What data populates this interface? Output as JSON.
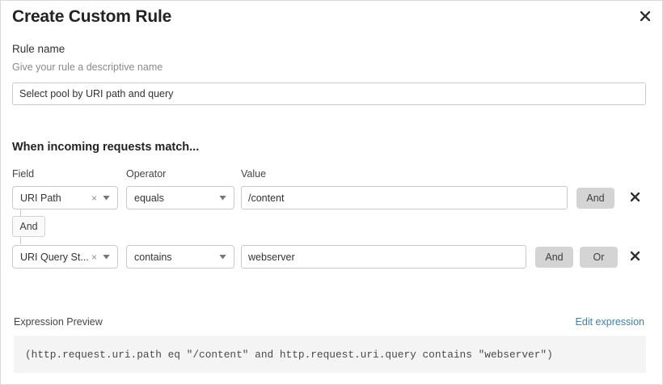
{
  "dialog": {
    "title": "Create Custom Rule",
    "close_label": "close-icon"
  },
  "rule_name": {
    "label": "Rule name",
    "description": "Give your rule a descriptive name",
    "value": "Select pool by URI path and query",
    "placeholder": "Select pool by URI path and query"
  },
  "match_section": {
    "heading": "When incoming requests match...",
    "columns": {
      "field": "Field",
      "operator": "Operator",
      "value": "Value"
    },
    "connector": "And",
    "rows": [
      {
        "field": "URI Path",
        "operator": "equals",
        "value": "/content",
        "clear_glyph": "×",
        "buttons": [
          "And"
        ],
        "delete_label": "remove-condition"
      },
      {
        "field": "URI Query St...",
        "operator": "contains",
        "value": "webserver",
        "clear_glyph": "×",
        "buttons": [
          "And",
          "Or"
        ],
        "delete_label": "remove-condition"
      }
    ]
  },
  "expression_preview": {
    "label": "Expression Preview",
    "edit_link": "Edit expression",
    "expression": "(http.request.uri.path eq \"/content\" and http.request.uri.query contains \"webserver\")"
  },
  "colors": {
    "accent_link": "#3b7fb5",
    "button_gray": "#d4d4d4",
    "expr_bg": "#f4f4f4",
    "border": "#c9c9c9"
  }
}
